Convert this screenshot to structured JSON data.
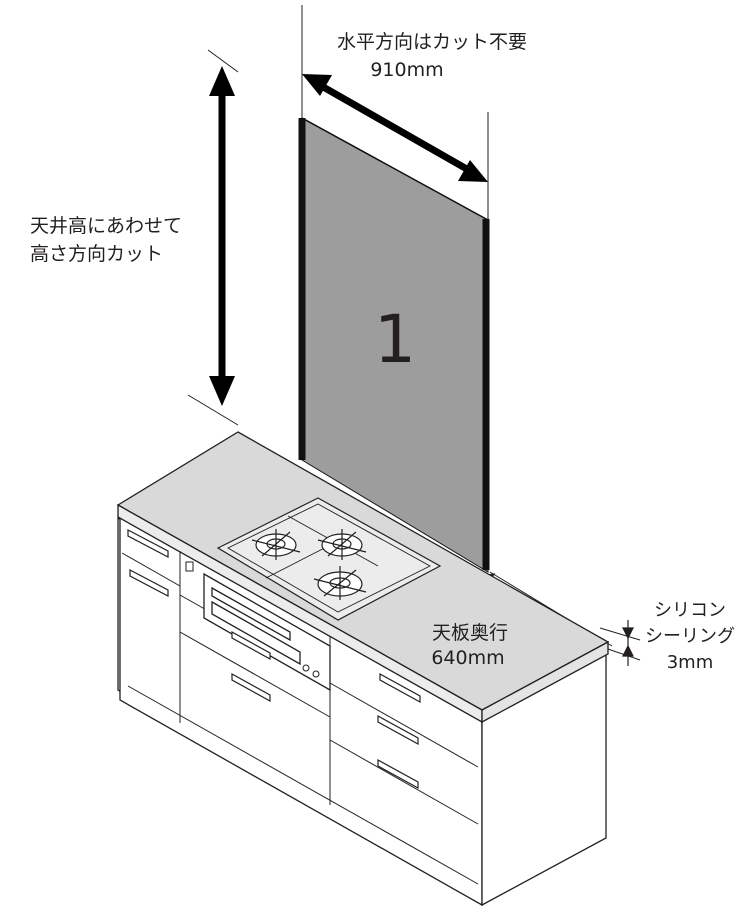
{
  "labels": {
    "horizontal_note": "水平方向はカット不要",
    "horizontal_width": "910mm",
    "height_note_line1": "天井高にあわせて",
    "height_note_line2": "高さ方向カット",
    "panel_number": "1",
    "depth_note": "天板奥行",
    "depth_value": "640mm",
    "sealing_line1": "シリコン",
    "sealing_line2": "シーリング",
    "sealing_value": "3mm"
  },
  "colors": {
    "panel_fill": "#9d9d9d",
    "panel_edge": "#111111",
    "countertop_fill": "#d9d9d9",
    "line": "#231f20"
  }
}
